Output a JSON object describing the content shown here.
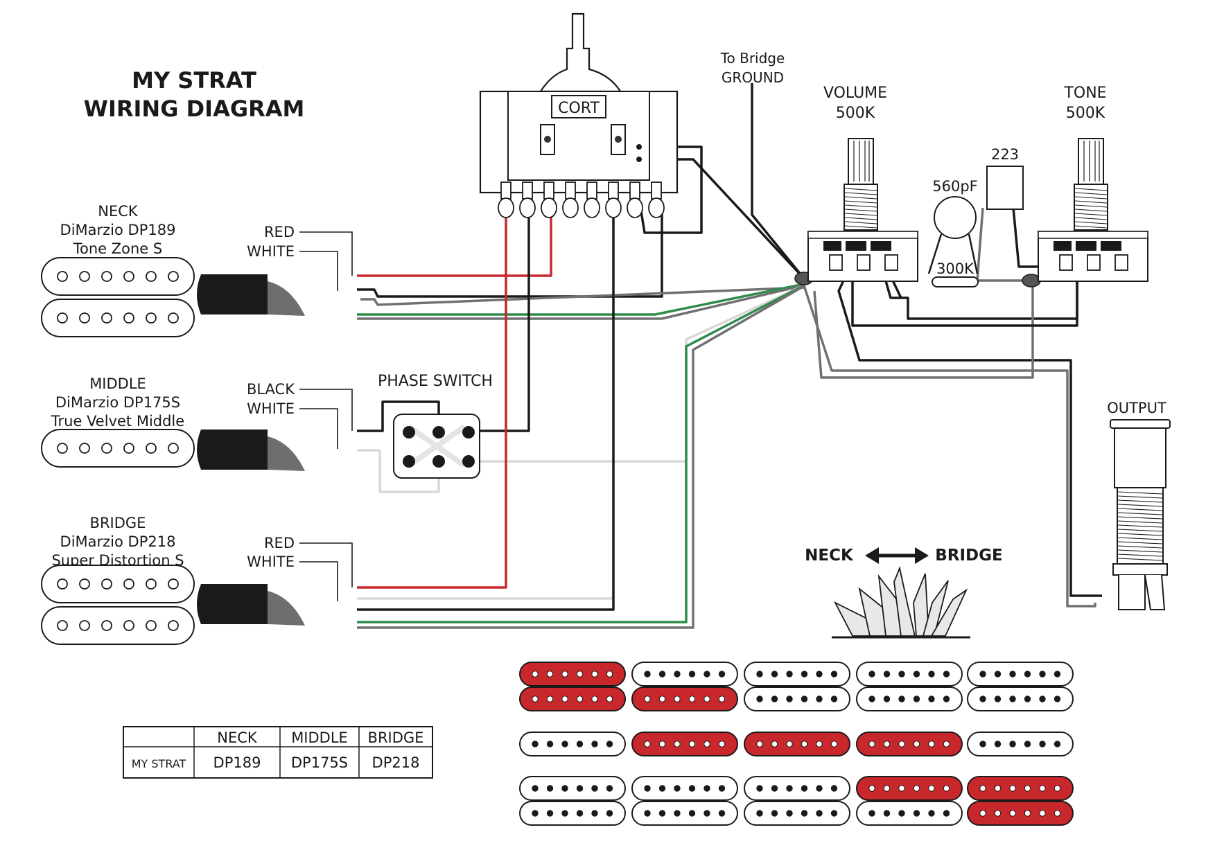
{
  "title": {
    "line1": "MY STRAT",
    "line2": "WIRING DIAGRAM"
  },
  "pickups": {
    "neck": {
      "position": "NECK",
      "model": "DiMarzio DP189",
      "name": "Tone Zone S"
    },
    "middle": {
      "position": "MIDDLE",
      "model": "DiMarzio DP175S",
      "name": "True Velvet Middle"
    },
    "bridge": {
      "position": "BRIDGE",
      "model": "DiMarzio DP218",
      "name": "Super Distortion S"
    }
  },
  "wire_labels": {
    "neck_red": "RED",
    "neck_white": "WHITE",
    "middle_black": "BLACK",
    "middle_white": "WHITE",
    "bridge_red": "RED",
    "bridge_white": "WHITE"
  },
  "components": {
    "switch_brand": "CORT",
    "phase_switch": "PHASE SWITCH",
    "ground": {
      "line1": "To Bridge",
      "line2": "GROUND"
    },
    "volume": {
      "label": "VOLUME",
      "value": "500K"
    },
    "tone": {
      "label": "TONE",
      "value": "500K"
    },
    "cap_pf": "560pF",
    "resistor": "300K",
    "cap_223": "223",
    "output": "OUTPUT"
  },
  "selector": {
    "left": "NECK",
    "right": "BRIDGE"
  },
  "table": {
    "headers": [
      "",
      "NECK",
      "MIDDLE",
      "BRIDGE"
    ],
    "row": [
      "MY STRAT",
      "DP189",
      "DP175S",
      "DP218"
    ]
  },
  "colors": {
    "red_wire": "#c8282c",
    "green_wire": "#2e8b4a",
    "black_wire": "#1a1a1a",
    "gray_wire": "#707070",
    "white_wire": "#d8d8d8",
    "active_coil": "#c8282c"
  },
  "positions_grid": {
    "columns": 5,
    "neck_active": [
      [
        true,
        true
      ],
      [
        false,
        true
      ],
      [
        false,
        false
      ],
      [
        false,
        false
      ],
      [
        false,
        false
      ]
    ],
    "middle_active": [
      false,
      true,
      true,
      true,
      false
    ],
    "bridge_active": [
      [
        false,
        false
      ],
      [
        false,
        false
      ],
      [
        false,
        false
      ],
      [
        true,
        false
      ],
      [
        true,
        true
      ]
    ]
  }
}
